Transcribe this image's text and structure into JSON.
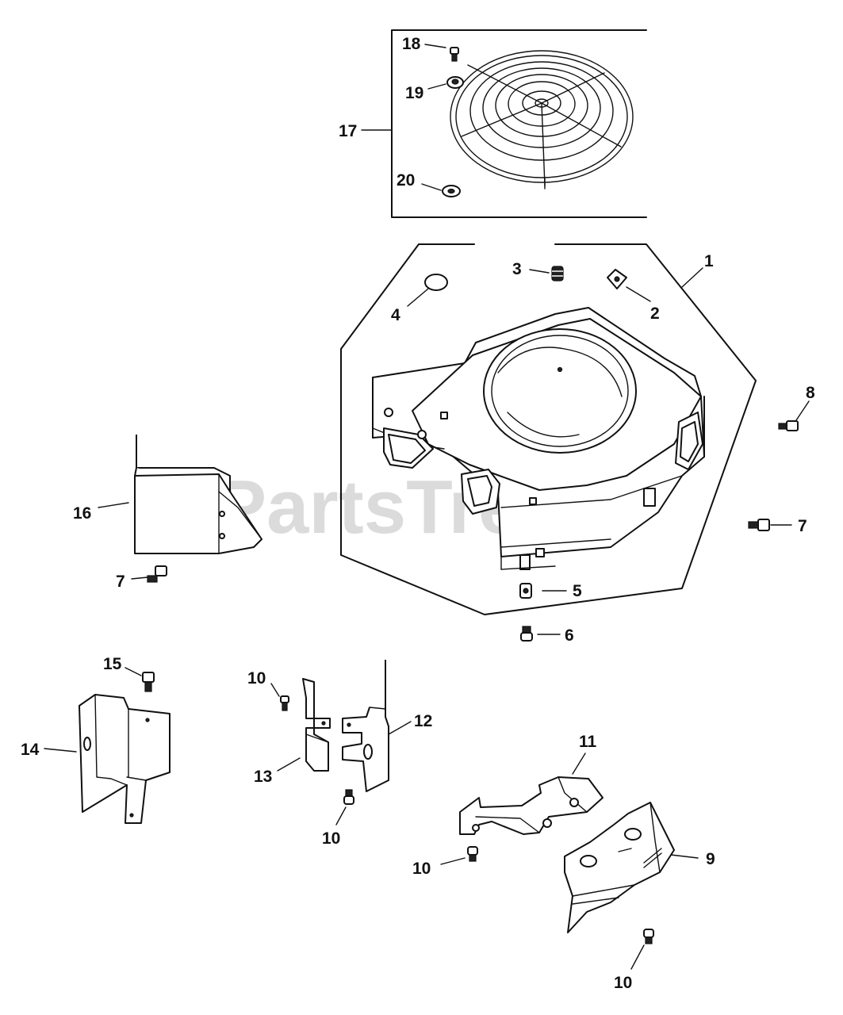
{
  "watermark": "PartsTree",
  "callouts": [
    {
      "key": "c18",
      "label": "18"
    },
    {
      "key": "c19",
      "label": "19"
    },
    {
      "key": "c17",
      "label": "17"
    },
    {
      "key": "c20",
      "label": "20"
    },
    {
      "key": "c1",
      "label": "1"
    },
    {
      "key": "c3",
      "label": "3"
    },
    {
      "key": "c4",
      "label": "4"
    },
    {
      "key": "c2",
      "label": "2"
    },
    {
      "key": "c8",
      "label": "8"
    },
    {
      "key": "c16",
      "label": "16"
    },
    {
      "key": "c7a",
      "label": "7"
    },
    {
      "key": "c7b",
      "label": "7"
    },
    {
      "key": "c5",
      "label": "5"
    },
    {
      "key": "c6",
      "label": "6"
    },
    {
      "key": "c15",
      "label": "15"
    },
    {
      "key": "c10a",
      "label": "10"
    },
    {
      "key": "c12",
      "label": "12"
    },
    {
      "key": "c14",
      "label": "14"
    },
    {
      "key": "c13",
      "label": "13"
    },
    {
      "key": "c11",
      "label": "11"
    },
    {
      "key": "c10b",
      "label": "10"
    },
    {
      "key": "c10c",
      "label": "10"
    },
    {
      "key": "c9",
      "label": "9"
    },
    {
      "key": "c10d",
      "label": "10"
    }
  ]
}
